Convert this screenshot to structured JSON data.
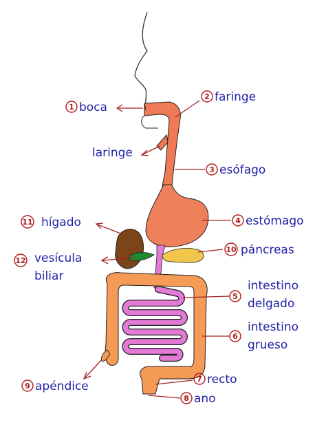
{
  "colors": {
    "digestive_tube": "#f07a55",
    "stomach": "#f0805a",
    "large_intestine": "#f59a57",
    "small_intestine": "#e27ad6",
    "liver": "#7d4418",
    "gallbladder": "#1f8a2e",
    "pancreas": "#f2c64a",
    "label_text": "#1f1fa8",
    "number_marker": "#b21a1a",
    "arrows": "#a42020",
    "outline": "#222222"
  },
  "labels": [
    {
      "id": "boca",
      "number": "1",
      "lines": [
        "boca"
      ]
    },
    {
      "id": "faringe",
      "number": "2",
      "lines": [
        "faringe"
      ]
    },
    {
      "id": "laringe",
      "number": "",
      "lines": [
        "laringe"
      ]
    },
    {
      "id": "esofago",
      "number": "3",
      "lines": [
        "esófago"
      ]
    },
    {
      "id": "estomago",
      "number": "4",
      "lines": [
        "estómago"
      ]
    },
    {
      "id": "intestino-delgado",
      "number": "5",
      "lines": [
        "intestino",
        "delgado"
      ]
    },
    {
      "id": "intestino-grueso",
      "number": "6",
      "lines": [
        "intestino",
        "grueso"
      ]
    },
    {
      "id": "recto",
      "number": "7",
      "lines": [
        "recto"
      ]
    },
    {
      "id": "ano",
      "number": "8",
      "lines": [
        "ano"
      ]
    },
    {
      "id": "apendice",
      "number": "9",
      "lines": [
        "apéndice"
      ]
    },
    {
      "id": "pancreas",
      "number": "10",
      "lines": [
        "páncreas"
      ]
    },
    {
      "id": "higado",
      "number": "11",
      "lines": [
        "hígado"
      ]
    },
    {
      "id": "vesicula",
      "number": "12",
      "lines": [
        "vesícula",
        "biliar"
      ]
    }
  ]
}
